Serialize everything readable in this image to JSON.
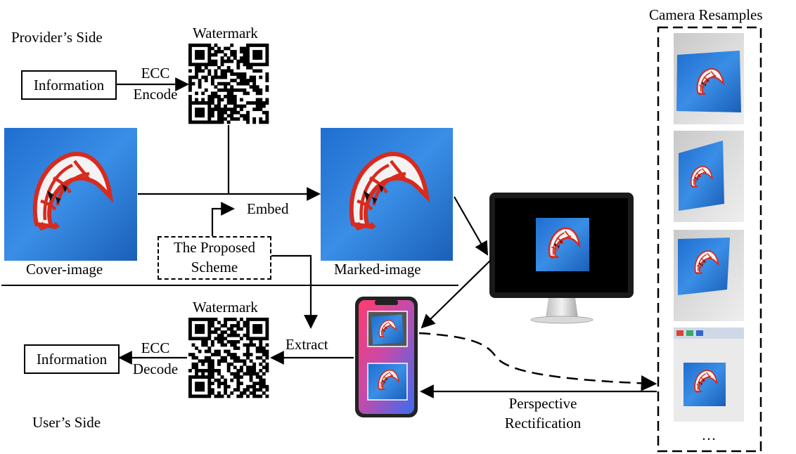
{
  "labels": {
    "camera_resamples": "Camera Resamples",
    "providers_side": "Provider’s Side",
    "watermark_top": "Watermark",
    "information_top": "Information",
    "ecc": "ECC",
    "encode": "Encode",
    "embed": "Embed",
    "proposed_line1": "The Proposed",
    "proposed_line2": "Scheme",
    "cover_image": "Cover-image",
    "marked_image": "Marked-image",
    "watermark_bottom": "Watermark",
    "extract": "Extract",
    "information_bottom": "Information",
    "ecc_bottom": "ECC",
    "decode": "Decode",
    "users_side": "User’s Side",
    "perspective": "Perspective",
    "rectification": "Rectification",
    "ellipsis": "…"
  },
  "colors": {
    "sky_blue": "#2e7fd6",
    "sky_blue_dark": "#1a5fb8",
    "kite_red": "#d82a1e",
    "wall_gray": "#d6d6d6",
    "monitor_black": "#1a1a1a",
    "phone_gradient_start": "#ff3a6e",
    "phone_gradient_end": "#3b6cf0"
  }
}
